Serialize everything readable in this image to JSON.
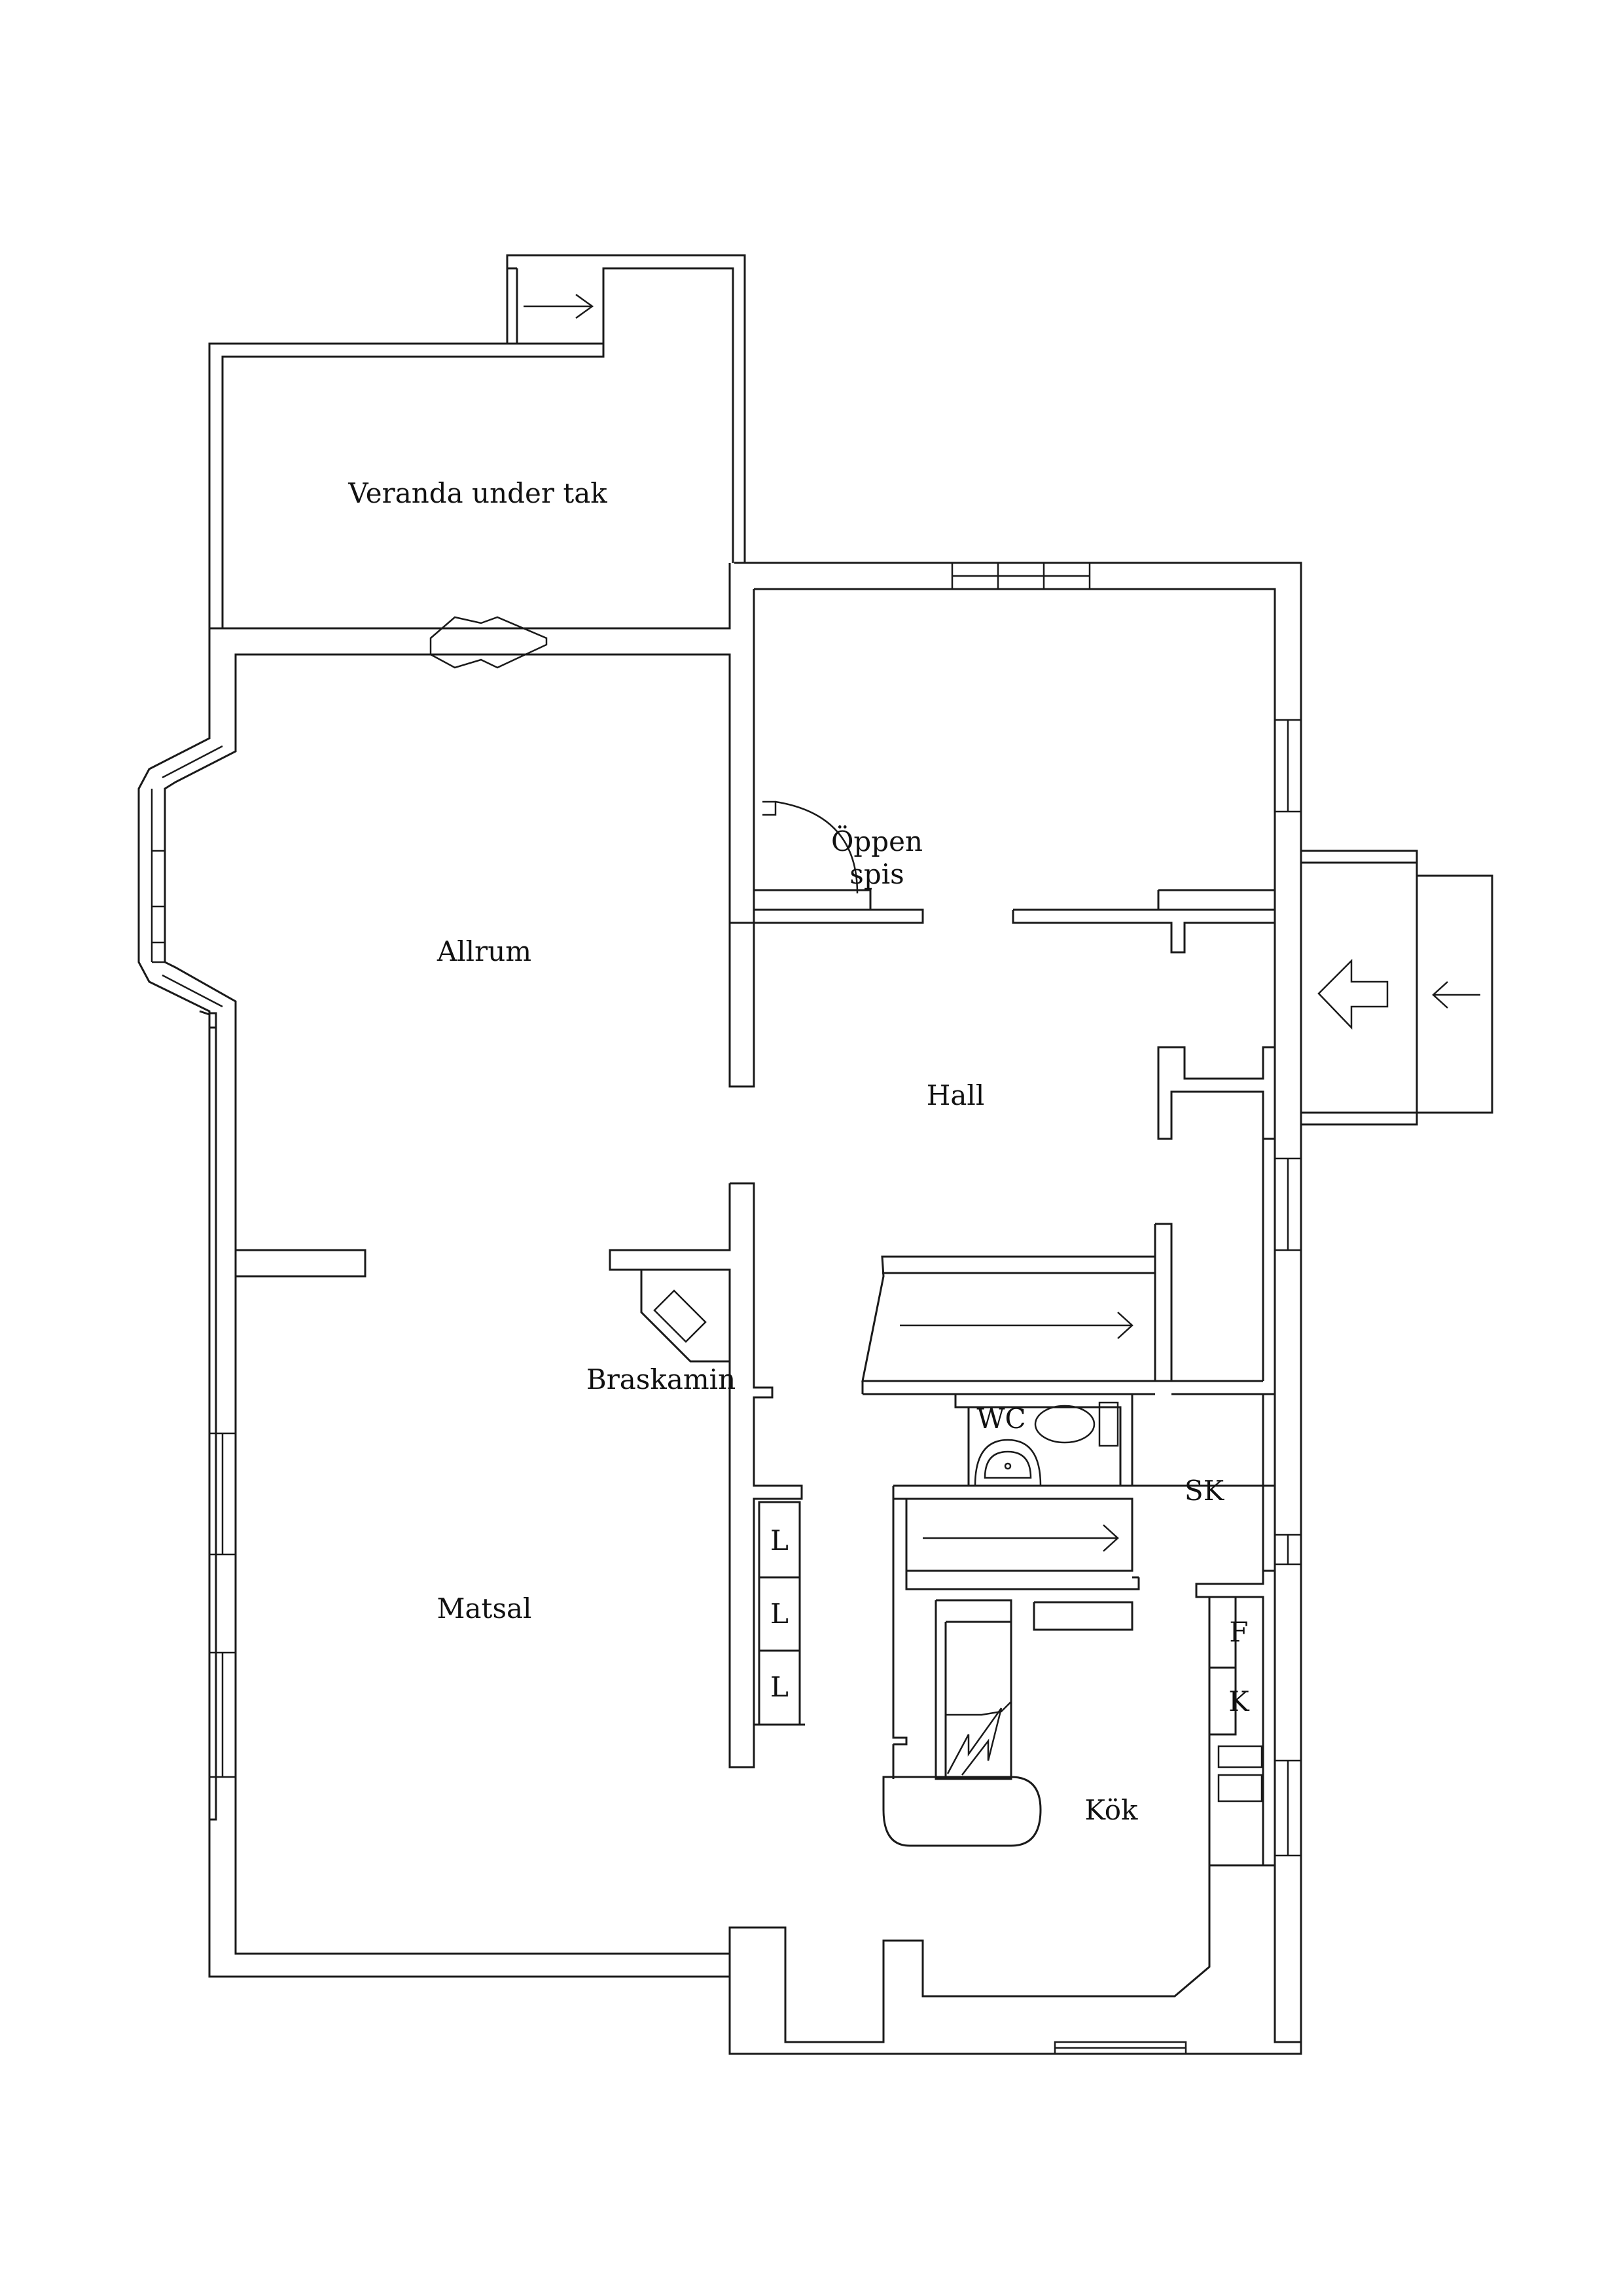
{
  "rooms": {
    "veranda": "Veranda under tak",
    "oppen_spis_line1": "Öppen",
    "oppen_spis_line2": "spis",
    "allrum": "Allrum",
    "hall": "Hall",
    "braskamin": "Braskamin",
    "wc": "WC",
    "sk": "SK",
    "matsal": "Matsal",
    "kok": "Kök"
  },
  "storage": [
    "L",
    "L",
    "L"
  ],
  "appliances": {
    "fridge": "F",
    "freezer": "K"
  }
}
